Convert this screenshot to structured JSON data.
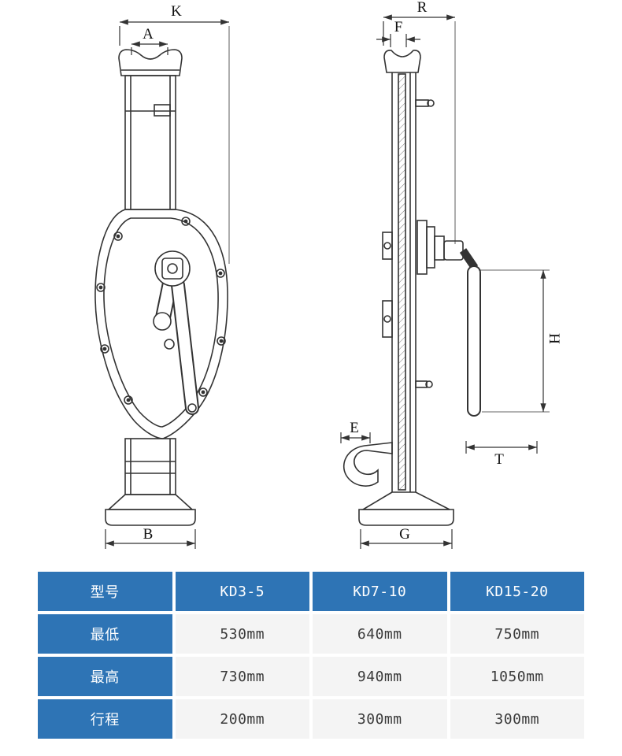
{
  "diagram": {
    "labels": {
      "K": "K",
      "A": "A",
      "B": "B",
      "R": "R",
      "F": "F",
      "E": "E",
      "G": "G",
      "H": "H",
      "T": "T"
    }
  },
  "table": {
    "header": [
      "型号",
      "KD3-5",
      "KD7-10",
      "KD15-20"
    ],
    "rows": [
      {
        "label": "最低",
        "values": [
          "530mm",
          "640mm",
          "750mm"
        ]
      },
      {
        "label": "最高",
        "values": [
          "730mm",
          "940mm",
          "1050mm"
        ]
      },
      {
        "label": "行程",
        "values": [
          "200mm",
          "300mm",
          "300mm"
        ]
      }
    ]
  },
  "colors": {
    "header_blue": "#2e74b5",
    "cell_background": "#f4f4f4",
    "cell_text": "#3a3a3a",
    "line_color": "#333333"
  }
}
